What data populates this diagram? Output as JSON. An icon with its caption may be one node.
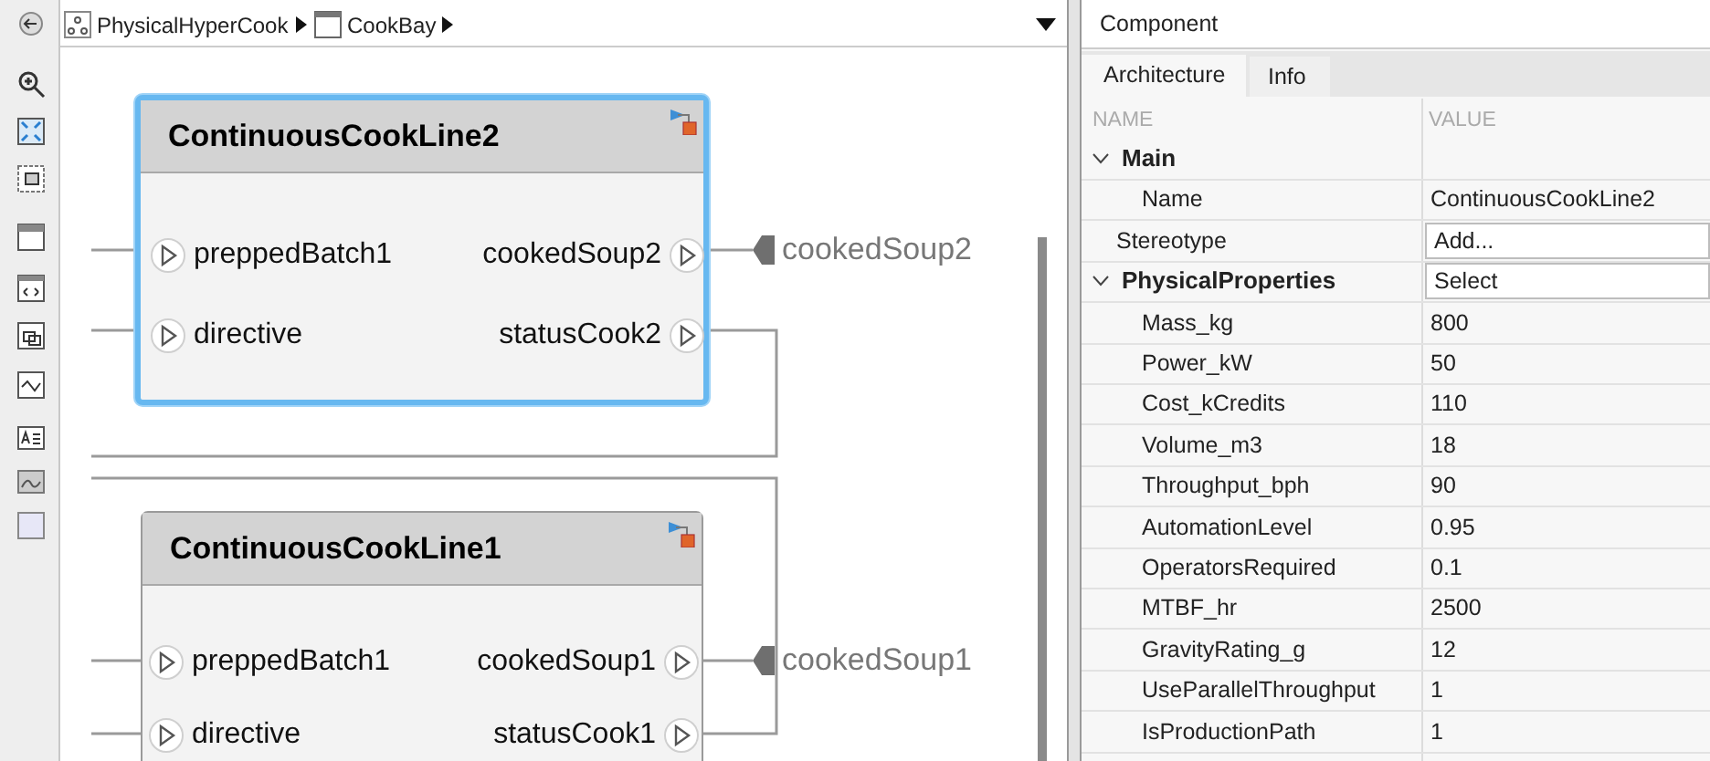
{
  "diagram": {
    "nodes": [
      {
        "text": [
          "ContinuousCookLine2"
        ]
      },
      {
        "text": [
          "preppedBatch1"
        ],
        "in": 0
      },
      {
        "text": [
          "cookedSoup2"
        ],
        "in": 0
      },
      {
        "text": [
          "directive"
        ],
        "in": 0
      },
      {
        "text": [
          "statusCook2"
        ],
        "in": 0
      },
      {
        "text": [
          "cookedSoup2"
        ]
      },
      {
        "text": [
          "ContinuousCookLine1"
        ]
      },
      {
        "text": [
          "preppedBatch1"
        ],
        "in": 6
      },
      {
        "text": [
          "cookedSoup1"
        ],
        "in": 6
      },
      {
        "text": [
          "directive"
        ],
        "in": 6
      },
      {
        "text": [
          "statusCook1"
        ],
        "in": 6
      },
      {
        "text": [
          "cookedSoup1"
        ]
      }
    ],
    "edges": [
      {
        "from": null,
        "to": 1,
        "arrow": "none"
      },
      {
        "from": null,
        "to": 3,
        "arrow": "none"
      },
      {
        "from": 2,
        "to": 5,
        "arrow": "none"
      },
      {
        "from": 4,
        "to": null,
        "arrow": "none"
      },
      {
        "from": null,
        "to": 7,
        "arrow": "none"
      },
      {
        "from": 8,
        "to": 11,
        "arrow": "none"
      },
      {
        "from": null,
        "to": 9,
        "arrow": "none"
      },
      {
        "from": 10,
        "to": null,
        "arrow": "none"
      }
    ],
    "labels": [
      "PhysicalHyperCook",
      "CookBay",
      "Component",
      "Architecture",
      "Info",
      "NAME",
      "VALUE",
      "Main",
      "Name",
      "ContinuousCookLine2",
      "Stereotype",
      "Add...",
      "PhysicalProperties",
      "Select",
      "Mass_kg",
      "800",
      "Power_kW",
      "50",
      "Cost_kCredits",
      "110",
      "Volume_m3",
      "18",
      "Throughput_bph",
      "90",
      "AutomationLevel",
      "0.95",
      "OperatorsRequired",
      "0.1",
      "MTBF_hr",
      "2500",
      "GravityRating_g",
      "12",
      "UseParallelThroughput",
      "1",
      "IsProductionPath",
      "1"
    ]
  }
}
